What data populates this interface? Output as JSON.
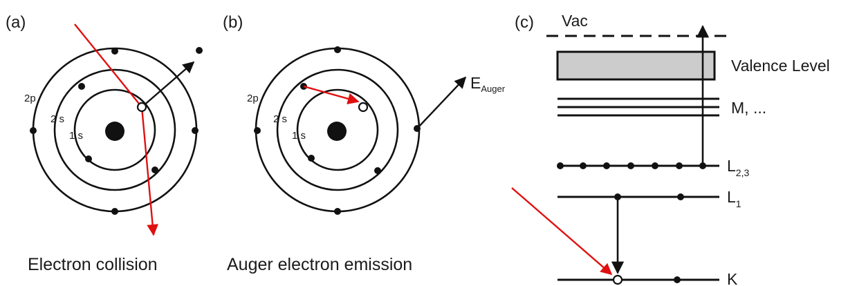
{
  "panels": {
    "a": {
      "label": "(a)",
      "caption": "Electron collision",
      "orbit_labels": {
        "p2": "2p",
        "s2": "2 s",
        "s1": "1 s"
      }
    },
    "b": {
      "label": "(b)",
      "caption": "Auger electron emission",
      "orbit_labels": {
        "p2": "2p",
        "s2": "2 s",
        "s1": "1 s"
      },
      "emission_label": "E",
      "emission_subscript": "Auger"
    },
    "c": {
      "label": "(c)",
      "levels": {
        "vac": "Vac",
        "valence": "Valence Level",
        "m": "M, ...",
        "l23": "L",
        "l23_sub": "2,3",
        "l1": "L",
        "l1_sub": "1",
        "k": "K"
      }
    }
  },
  "colors": {
    "line": "#111111",
    "incident_beam": "#e01010",
    "valence_fill": "#cccccc",
    "background": "#ffffff"
  }
}
